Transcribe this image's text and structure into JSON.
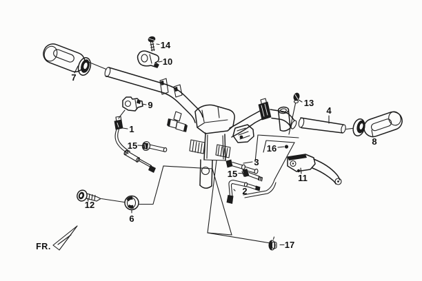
{
  "figure": {
    "type": "exploded-parts-diagram",
    "subject": "steering handle assembly",
    "background": "#fcfcfb",
    "line_color": "#1c1c1c",
    "front_marker": "FR.",
    "callouts": [
      {
        "part": "1"
      },
      {
        "part": "2"
      },
      {
        "part": "3"
      },
      {
        "part": "4"
      },
      {
        "part": "6"
      },
      {
        "part": "7"
      },
      {
        "part": "8"
      },
      {
        "part": "9"
      },
      {
        "part": "10"
      },
      {
        "part": "11"
      },
      {
        "part": "12"
      },
      {
        "part": "13"
      },
      {
        "part": "14"
      },
      {
        "part": "15"
      },
      {
        "part": "15"
      },
      {
        "part": "16"
      },
      {
        "part": "17"
      }
    ]
  }
}
